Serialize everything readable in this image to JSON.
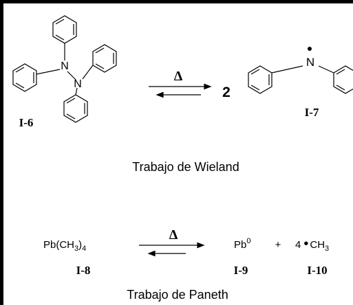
{
  "wieland": {
    "reactant_label": "I-6",
    "reactant_atom_a": "N",
    "reactant_atom_b": "N",
    "condition": "Δ",
    "coefficient": "2",
    "product_atom": "N",
    "product_label": "I-7",
    "caption": "Trabajo de Wieland"
  },
  "paneth": {
    "reactant": "Pb(CH",
    "reactant_sub": "3",
    "reactant_close": ")",
    "reactant_sub2": "4",
    "reactant_label": "I-8",
    "condition": "Δ",
    "product1": "Pb",
    "product1_sup": "0",
    "plus": "+",
    "product2_coef": "4",
    "product2_radical": "•",
    "product2": "CH",
    "product2_sub": "3",
    "product1_label": "I-9",
    "product2_label": "I-10",
    "caption": "Trabajo de Paneth"
  }
}
